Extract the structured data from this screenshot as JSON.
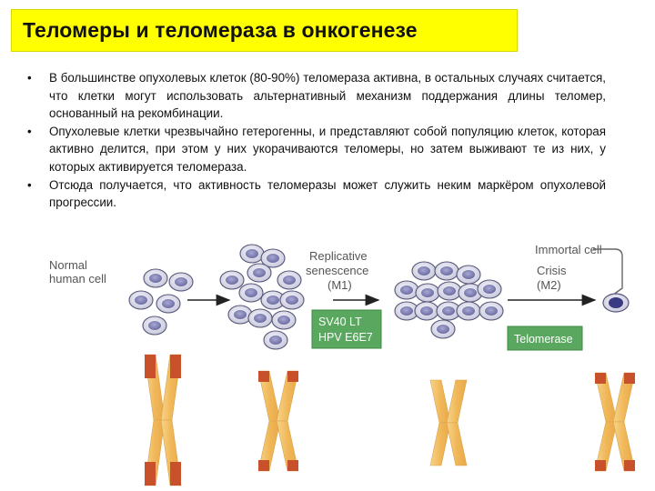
{
  "title": "Теломеры и теломераза в онкогенезе",
  "bullets": [
    "В большинстве опухолевых клеток (80-90%) теломераза активна, в остальных случаях считается, что клетки могут использовать альтернативный механизм поддержания длины теломер, основанный на рекомбинации.",
    "Опухолевые клетки чрезвычайно гетерогенны, и представляют собой популяцию клеток, которая активно делится, при этом у них укорачиваются теломеры, но затем выживают те из них, у которых активируется теломераза.",
    "Отсюда получается, что активность теломеразы может служить неким маркёром опухолевой прогрессии."
  ],
  "bullet_symbol": "•",
  "diagram": {
    "labels": {
      "normal_cell": [
        "Normal",
        "human cell"
      ],
      "replicative_senescence": [
        "Replicative",
        "senescence",
        "(M1)"
      ],
      "immortal_cell": "Immortal cell",
      "crisis": [
        "Crisis",
        "(M2)"
      ]
    },
    "boxes": {
      "sv40": [
        "SV40 LT",
        "HPV E6E7"
      ],
      "telomerase": "Telomerase"
    },
    "colors": {
      "cell_fill": "#d8d8ea",
      "cell_nucleus": "#7a7ab0",
      "arrow": "#222222",
      "box_fill": "#5aa860",
      "box_text": "#ffffff",
      "chromosome_body": "#f2c06a",
      "telomere": "#c8502a",
      "label": "#555555"
    }
  }
}
